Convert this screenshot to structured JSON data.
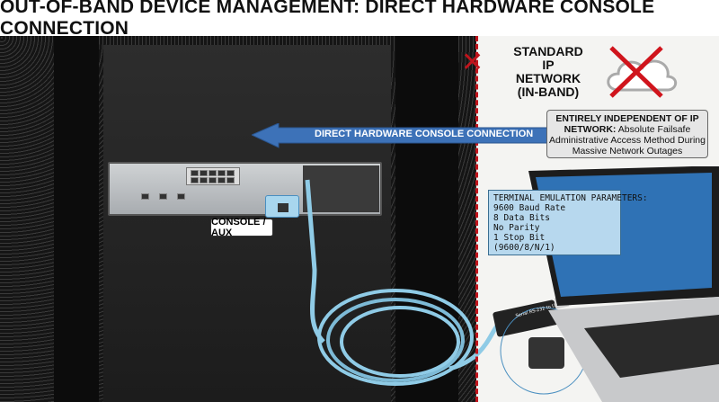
{
  "title": "OUT-OF-BAND DEVICE MANAGEMENT: DIRECT HARDWARE CONSOLE CONNECTION",
  "network": {
    "label_lines": [
      "STANDARD IP",
      "NETWORK",
      "(IN-BAND)"
    ],
    "icon": "cloud-crossed-icon",
    "status_icon": "red-x-icon"
  },
  "arrow": {
    "label": "DIRECT HARDWARE CONSOLE CONNECTION",
    "color": "#3d72b8"
  },
  "note": {
    "bold": "ENTIRELY INDEPENDENT OF IP NETWORK:",
    "text": "Absolute Failsafe Administrative Access Method During Massive Network Outages"
  },
  "router": {
    "port_label": "CONSOLE / AUX",
    "port_tag": "CONSOLE"
  },
  "terminal": {
    "lines": [
      "TERMINAL EMULATION PARAMETERS:",
      "9600 Baud Rate",
      "8 Data Bits",
      "No Parity",
      "1 Stop Bit",
      "(9600/8/N/1)"
    ]
  },
  "adapter": {
    "label": "Serial RS-232 to USB"
  },
  "colors": {
    "divider": "#c0141c",
    "cable": "#8fcbe6",
    "panel": "#b7d8ee"
  }
}
